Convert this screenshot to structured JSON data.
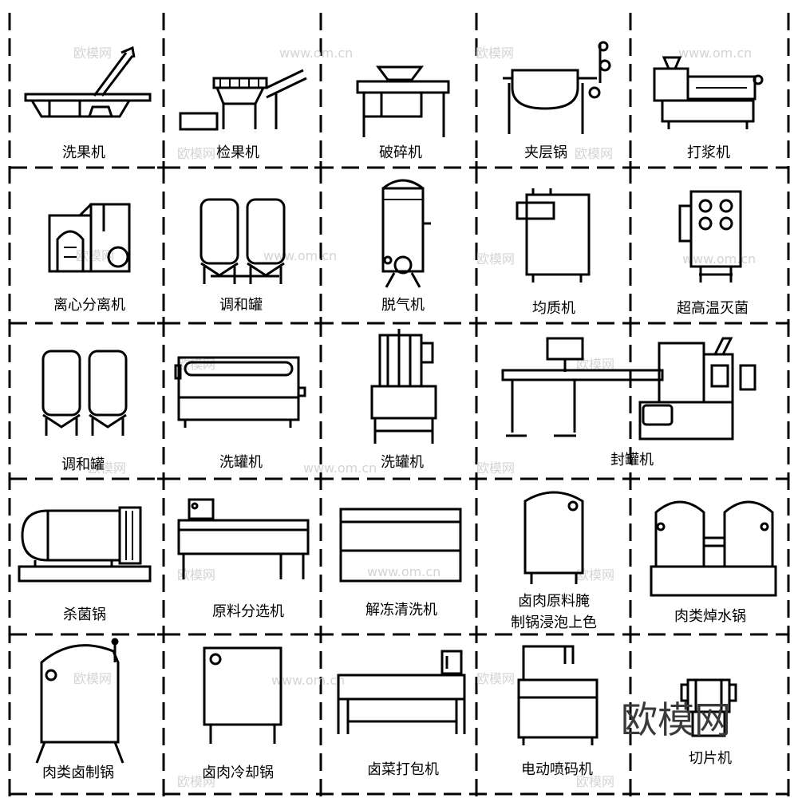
{
  "sheet": {
    "labels": {
      "l01": "洗果机",
      "l02": "检果机",
      "l03": "破碎机",
      "l04": "夹层锅",
      "l05": "打浆机",
      "l06": "离心分离机",
      "l07": "调和罐",
      "l08": "脱气机",
      "l09": "均质机",
      "l10": "超高温灭菌",
      "l11": "调和罐",
      "l12": "洗罐机",
      "l13": "洗罐机",
      "l14": "封罐机",
      "l15": "杀菌锅",
      "l16": "原料分选机",
      "l17": "解冻清洗机",
      "l18a": "卤肉原料腌",
      "l18b": "制锅浸泡上色",
      "l19": "肉类焯水锅",
      "l20": "肉类卤制锅",
      "l21": "卤肉冷却锅",
      "l22": "卤菜打包机",
      "l23": "电动喷码机",
      "l24": "切片机"
    },
    "watermarks": {
      "cn": "欧模网",
      "url": "www.om.cn"
    },
    "corner_logo": "欧模网"
  }
}
